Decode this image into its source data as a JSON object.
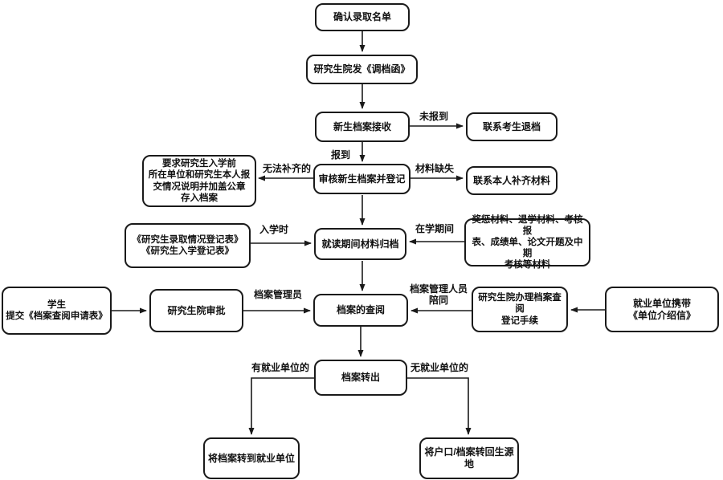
{
  "diagram": {
    "type": "flowchart",
    "language": "zh-CN",
    "colors": {
      "stroke": "#1a1a1a",
      "fill": "#ffffff",
      "text": "#111111"
    },
    "nodes": {
      "confirm_list": {
        "label": "确认录取名单"
      },
      "send_letter": {
        "label": "研究生院发《调档函》"
      },
      "receive_archive": {
        "label": "新生档案接收"
      },
      "contact_withdraw": {
        "label": "联系考生退档"
      },
      "review_register": {
        "label": "审核新生档案并登记"
      },
      "require_statement": {
        "label": "要求研究生入学前\n所在单位和研究生本人报\n交情况说明并加盖公章\n存入档案"
      },
      "contact_complete": {
        "label": "联系本人补齐材料"
      },
      "study_filing": {
        "label": "就读期间材料归档"
      },
      "enroll_forms": {
        "label": "《研究生录取情况登记表》\n《研究生入学登记表》"
      },
      "study_materials": {
        "label": "奖惩材料、退学材料、考核报\n表、成绩单、论文开题及中期\n考核等材料"
      },
      "archive_review": {
        "label": "档案的查阅"
      },
      "student_apply": {
        "label": "学生\n提交《档案查阅申请表》"
      },
      "grad_approve": {
        "label": "研究生院审批"
      },
      "grad_register": {
        "label": "研究生院办理档案查阅\n登记手续"
      },
      "employer_letter": {
        "label": "就业单位携带\n《单位介绍信》"
      },
      "archive_out": {
        "label": "档案转出"
      },
      "to_employer": {
        "label": "将档案转到就业单位"
      },
      "to_origin": {
        "label": "将户口/档案转回生源地"
      }
    },
    "edge_labels": {
      "not_reported": "未报到",
      "reported": "报到",
      "cannot_complete": "无法补齐的",
      "missing_materials": "材料缺失",
      "at_enrollment": "入学时",
      "during_study": "在学期间",
      "archivist": "档案管理员",
      "accompanied": "档案管理人员\n陪同",
      "has_employer": "有就业单位的",
      "no_employer": "无就业单位的"
    }
  }
}
